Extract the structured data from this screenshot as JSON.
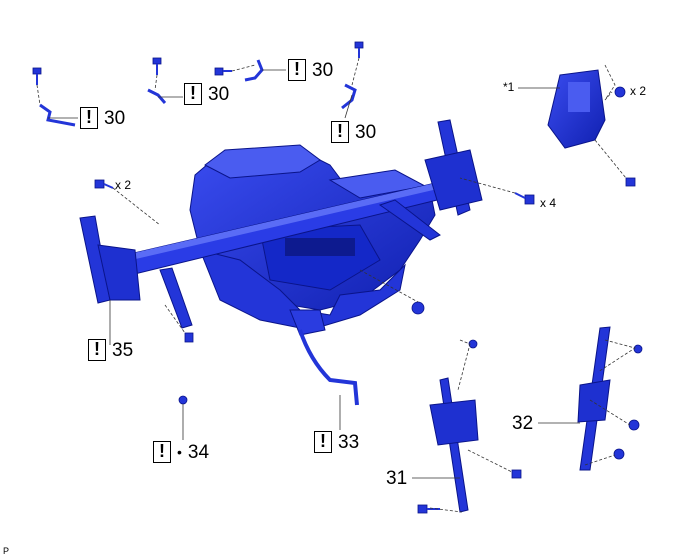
{
  "callouts": {
    "c30a": {
      "mark": "!",
      "num": "30"
    },
    "c30b": {
      "mark": "!",
      "num": "30"
    },
    "c30c": {
      "mark": "!",
      "num": "30"
    },
    "c30d": {
      "mark": "!",
      "num": "30"
    },
    "c35": {
      "mark": "!",
      "num": "35"
    },
    "c34": {
      "mark": "!",
      "dot": "•",
      "num": "34"
    },
    "c33": {
      "mark": "!",
      "num": "33"
    }
  },
  "labels": {
    "part31": "31",
    "part32": "32",
    "note1": "*1",
    "qty_x2_top": "x 2",
    "qty_x2_left": "x 2",
    "qty_x4": "x 4",
    "corner": "P"
  },
  "colors": {
    "part": "#1e2fd6",
    "part_dark": "#0d1a8f",
    "part_light": "#4a5cf0",
    "line": "#333333"
  }
}
